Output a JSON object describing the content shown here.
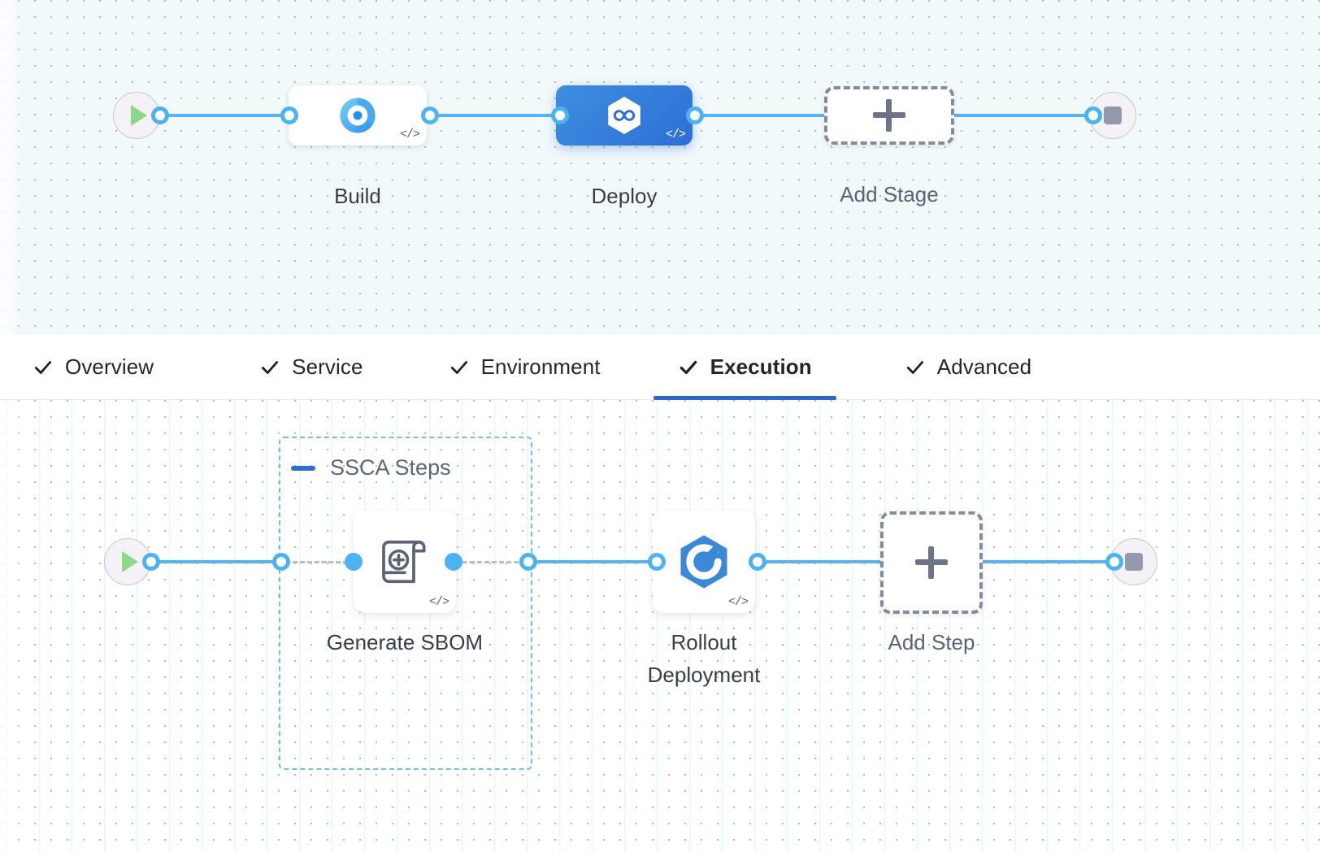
{
  "theme": {
    "accent_blue": "#2a68c7",
    "edge_blue": "#55b5f3",
    "selected_stage_gradient_from": "#3e8ee0",
    "selected_stage_gradient_to": "#2d6fd6",
    "group_border": "#6ec2ef",
    "start_play_green": "#8ed88b",
    "stop_gray": "#9499ad",
    "canvas_top_bg": "#f2f9fb",
    "canvas_bottom_bg": "#ffffff"
  },
  "stage_flow": {
    "start_node": {
      "icon": "play-icon",
      "label": ""
    },
    "end_node": {
      "icon": "stop-icon",
      "label": ""
    },
    "stages": [
      {
        "id": "build",
        "label": "Build",
        "icon": "ci-build-icon",
        "selected": false,
        "code_badge": "</>"
      },
      {
        "id": "deploy",
        "label": "Deploy",
        "icon": "cd-deploy-icon",
        "selected": true,
        "code_badge": "</>"
      }
    ],
    "add_stage": {
      "label": "Add Stage",
      "icon": "plus-icon"
    }
  },
  "tabs": [
    {
      "id": "overview",
      "label": "Overview",
      "completed": true,
      "active": false
    },
    {
      "id": "service",
      "label": "Service",
      "completed": true,
      "active": false
    },
    {
      "id": "environment",
      "label": "Environment",
      "completed": true,
      "active": false
    },
    {
      "id": "execution",
      "label": "Execution",
      "completed": true,
      "active": true
    },
    {
      "id": "advanced",
      "label": "Advanced",
      "completed": true,
      "active": false
    }
  ],
  "step_flow": {
    "start_node": {
      "icon": "play-icon"
    },
    "end_node": {
      "icon": "stop-icon"
    },
    "group": {
      "id": "ssca-steps",
      "title": "SSCA Steps",
      "collapse_icon": "minus-icon",
      "expanded": true
    },
    "steps": [
      {
        "id": "generate-sbom",
        "label": "Generate SBOM",
        "icon": "sbom-scroll-plus-icon",
        "code_badge": "</>",
        "in_group": true
      },
      {
        "id": "rollout-deployment",
        "label": "Rollout\nDeployment",
        "label_line1": "Rollout",
        "label_line2": "Deployment",
        "icon": "rollout-hexagon-icon",
        "code_badge": "</>",
        "in_group": false
      }
    ],
    "add_step": {
      "label": "Add Step",
      "icon": "plus-icon"
    }
  }
}
